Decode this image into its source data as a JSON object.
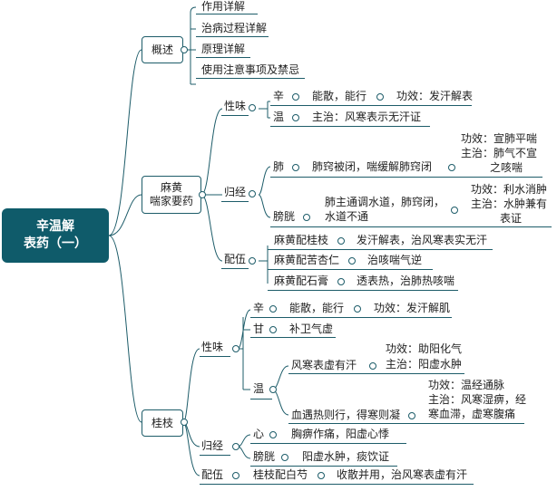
{
  "root": {
    "line1": "辛温解",
    "line2": "表药（一）"
  },
  "overview": {
    "label": "概述",
    "items": [
      "作用详解",
      "治病过程详解",
      "原理详解",
      "使用注意事项及禁忌"
    ]
  },
  "mahuang": {
    "label1": "麻黄",
    "label2": "喘家要药",
    "xingwei": {
      "label": "性味",
      "xin": {
        "label": "辛",
        "desc": "能散，能行",
        "effect": "功效：发汗解表"
      },
      "wen": {
        "label": "温",
        "desc": "主治：风寒表示无汗证"
      }
    },
    "guijing": {
      "label": "归经",
      "fei": {
        "label": "肺",
        "desc": "肺窍被闭，喘缓解肺窍闭",
        "detail": [
          "功效：宣肺平喘",
          "主治：肺气不宣",
          "之咳喘"
        ]
      },
      "pangguang": {
        "label": "膀胱",
        "desc": [
          "肺主通调水道，肺窍闭，",
          "水道不通"
        ],
        "detail": [
          "功效：利水消肿",
          "主治：水肿兼有",
          "表证"
        ]
      }
    },
    "peiwu": {
      "label": "配伍",
      "items": [
        {
          "name": "麻黄配桂枝",
          "desc": "发汗解表，治风寒表实无汗"
        },
        {
          "name": "麻黄配苦杏仁",
          "desc": "治咳喘气逆"
        },
        {
          "name": "麻黄配石膏",
          "desc": "透表热，治肺热咳喘"
        }
      ]
    }
  },
  "guizhi": {
    "label": "桂枝",
    "xingwei": {
      "label": "性味",
      "xin": {
        "label": "辛",
        "desc": "能散，能行",
        "effect": "功效：发汗解肌"
      },
      "gan": {
        "label": "甘",
        "desc": "补卫气虚"
      },
      "wen": {
        "label": "温",
        "b1": {
          "desc": "风寒表虚有汗",
          "detail": [
            "功效：助阳化气",
            "主治：阳虚水肿"
          ]
        },
        "b2": {
          "desc": "血遇热则行，得寒则凝",
          "detail": [
            "功效：温经通脉",
            "主治：风寒湿痹，经",
            "寒血滞，虚寒腹痛"
          ]
        }
      }
    },
    "guijing": {
      "label": "归经",
      "xin": {
        "label": "心",
        "desc": "胸痹作痛，阳虚心悸"
      },
      "pangguang": {
        "label": "膀胱",
        "desc": "阳虚水肿，痰饮证"
      }
    },
    "peiwu": {
      "label": "配伍",
      "name": "桂枝配白芍",
      "desc": "收散并用，治风寒表虚有汗"
    }
  }
}
